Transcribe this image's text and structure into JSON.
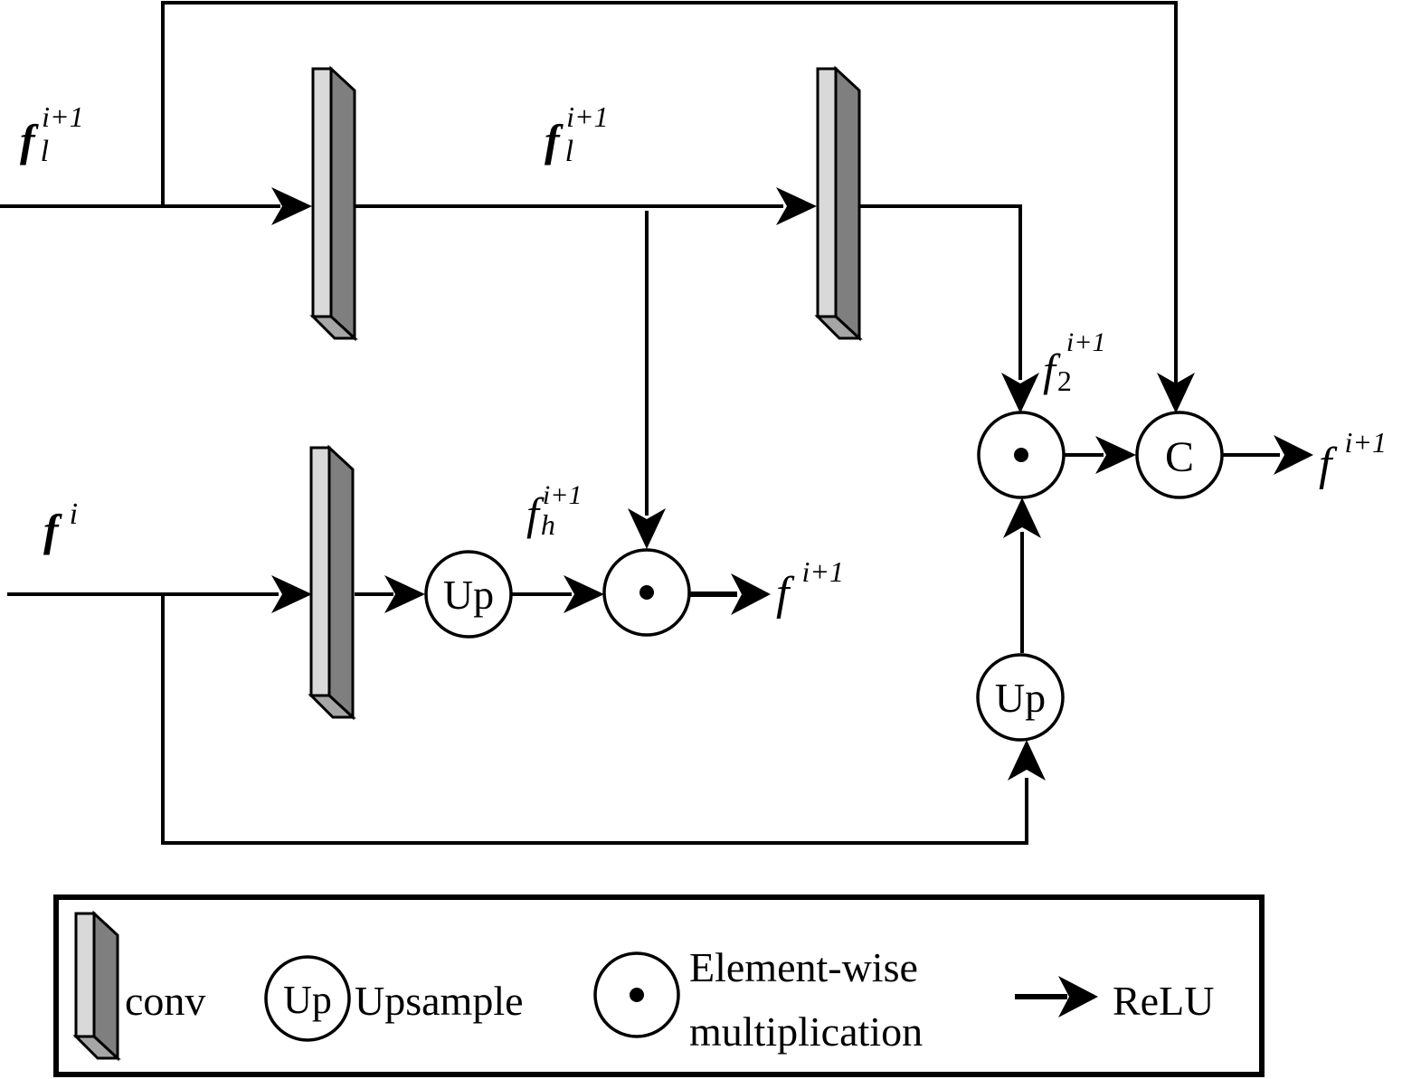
{
  "labels": {
    "input_low": {
      "base": "f",
      "sub": "l",
      "sup": "i+1"
    },
    "mid_low": {
      "base": "f",
      "sub": "l",
      "sup": "i+1"
    },
    "input_high": {
      "base": "f",
      "sup": "i"
    },
    "fh": {
      "base": "f",
      "sub": "h",
      "sup": "i+1"
    },
    "f2": {
      "base": "f",
      "sub": "2",
      "sup": "i+1"
    },
    "out_mid": {
      "base": "f",
      "sup": "i+1"
    },
    "out_final": {
      "base": "f",
      "sup": "i+1"
    }
  },
  "nodes": {
    "up": "Up",
    "concat": "C"
  },
  "legend": {
    "conv": "conv",
    "up_symbol": "Up",
    "upsample": "Upsample",
    "mult_line1": "Element-wise",
    "mult_line2": "multiplication",
    "relu": "ReLU"
  }
}
